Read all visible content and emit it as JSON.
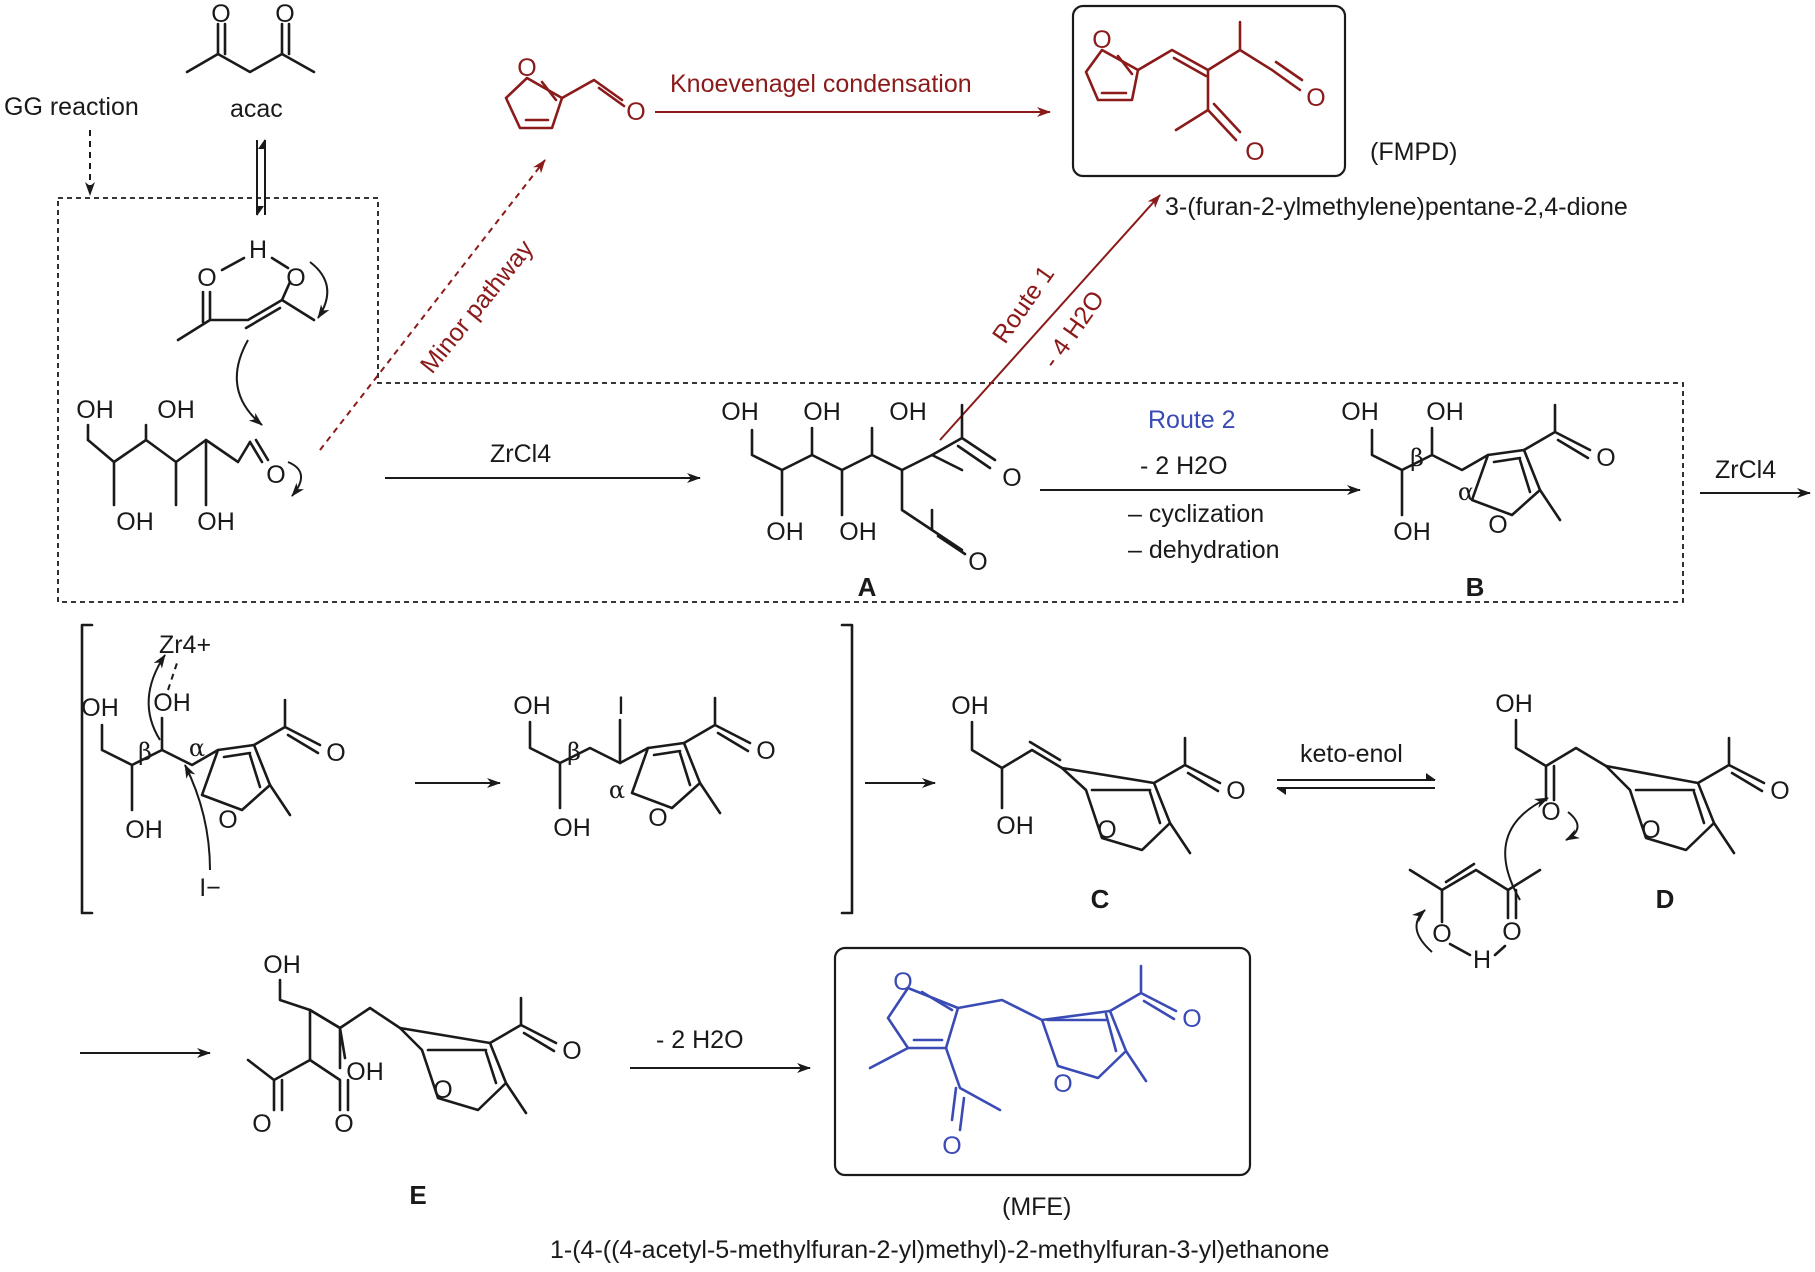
{
  "labels": {
    "gg_reaction": "GG reaction",
    "acac": "acac",
    "knoevenagel": "Knoevenagel condensation",
    "minor_pathway": "Minor pathway",
    "fmpd_abbrev": "(FMPD)",
    "fmpd_name": "3-(furan-2-ylmethylene)pentane-2,4-dione",
    "route1": "Route 1",
    "route1_loss": "- 4 H2O",
    "route2": "Route 2",
    "route2_loss": "- 2 H2O",
    "cyclization": "– cyclization",
    "dehydration": "– dehydration",
    "zrcl4_1": "ZrCl4",
    "zrcl4_2": "ZrCl4",
    "keto_enol": "keto-enol",
    "loss_final": "- 2 H2O",
    "mfe_abbrev": "(MFE)",
    "mfe_name": "1-(4-((4-acetyl-5-methylfuran-2-yl)methyl)-2-methylfuran-3-yl)ethanone",
    "zr_ion": "Zr4+",
    "iodide": "I−",
    "iodo": "I"
  },
  "compounds": {
    "A": "A",
    "B": "B",
    "C": "C",
    "D": "D",
    "E": "E"
  },
  "atoms": {
    "O": "O",
    "OH": "OH",
    "H": "H",
    "alpha": "α",
    "beta": "β"
  },
  "colors": {
    "text": "#1a1a1a",
    "red": "#8b1a1a",
    "blue": "#3b4bb5",
    "background": "#ffffff"
  }
}
